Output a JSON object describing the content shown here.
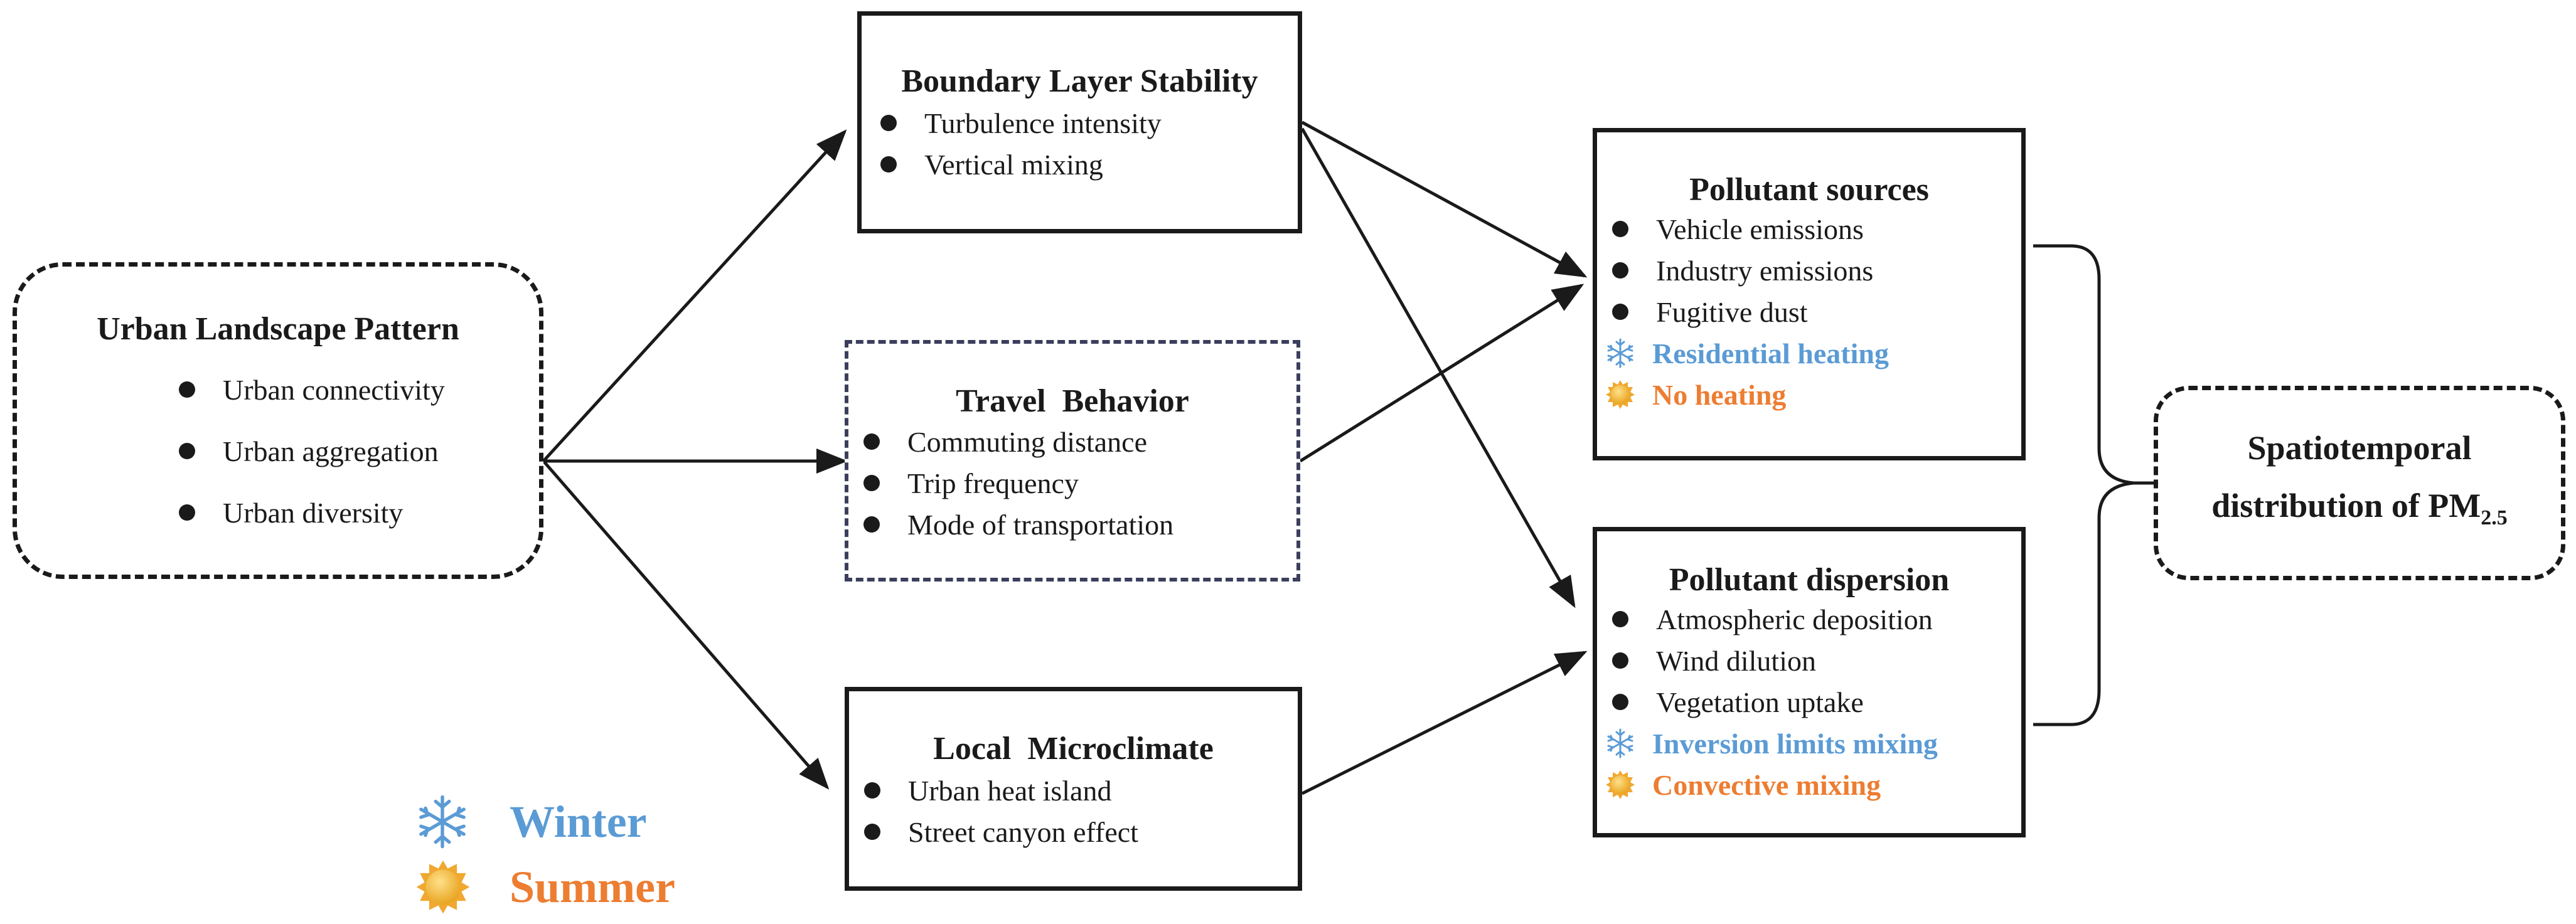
{
  "landscape": {
    "title": "Urban Landscape Pattern",
    "items": [
      "Urban connectivity",
      "Urban aggregation",
      "Urban diversity"
    ]
  },
  "boundary": {
    "title": "Boundary Layer Stability",
    "items": [
      "Turbulence intensity",
      "Vertical mixing"
    ]
  },
  "travel": {
    "title": "Travel  Behavior",
    "items": [
      "Commuting distance",
      "Trip frequency",
      "Mode of transportation"
    ]
  },
  "microclimate": {
    "title": "Local  Microclimate",
    "items": [
      "Urban heat island",
      "Street canyon effect"
    ]
  },
  "sources": {
    "title": "Pollutant sources",
    "items": [
      "Vehicle emissions",
      "Industry emissions",
      "Fugitive dust"
    ],
    "winter_item": "Residential heating",
    "summer_item": "No heating"
  },
  "dispersion": {
    "title": "Pollutant dispersion",
    "items": [
      "Atmospheric deposition",
      "Wind dilution",
      "Vegetation uptake"
    ],
    "winter_item": "Inversion limits mixing",
    "summer_item": "Convective mixing"
  },
  "outcome": {
    "line1": "Spatiotemporal",
    "line2_prefix": "distribution of PM",
    "line2_subscript": "2.5"
  },
  "legend": {
    "winter": "Winter",
    "summer": "Summer"
  },
  "colors": {
    "winter": "#5b9bd5",
    "summer": "#ed7d31",
    "line": "#1a1a1a"
  },
  "icons": {
    "winter": "snowflake-icon",
    "summer": "sun-icon",
    "bullet": "bullet-dot-icon"
  }
}
